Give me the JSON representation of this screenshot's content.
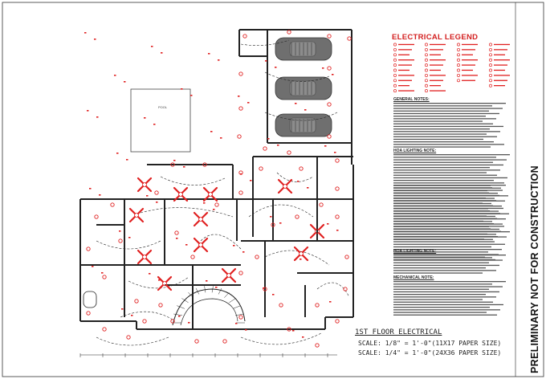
{
  "legend": {
    "title": "ELECTRICAL LEGEND"
  },
  "notes": {
    "general_heading": "GENERAL NOTES:",
    "hoa_heading": "HOA LIGHTING NOTE:",
    "hoa_heading_2": "HOA LIGHTING NOTE:",
    "mechanical_heading": "MECHANICAL NOTE:"
  },
  "titleblock": {
    "sheet_title": "1ST FLOOR ELECTRICAL",
    "scale_1": "SCALE:  1/8\" = 1'-0\"(11X17 PAPER SIZE)",
    "scale_2": "SCALE:  1/4\" = 1'-0\"(24X36 PAPER SIZE)"
  },
  "watermark": "PRELIMINARY NOT FOR CONSTRUCTION",
  "rooms": {
    "pool": "POOL"
  },
  "colors": {
    "linework": "#222222",
    "device_red": "#e02020",
    "car_gray": "#6f6f6f"
  },
  "icons": [
    "ceiling-fan-icon",
    "light-fixture-icon",
    "outlet-icon",
    "car-icon",
    "switch-icon"
  ]
}
